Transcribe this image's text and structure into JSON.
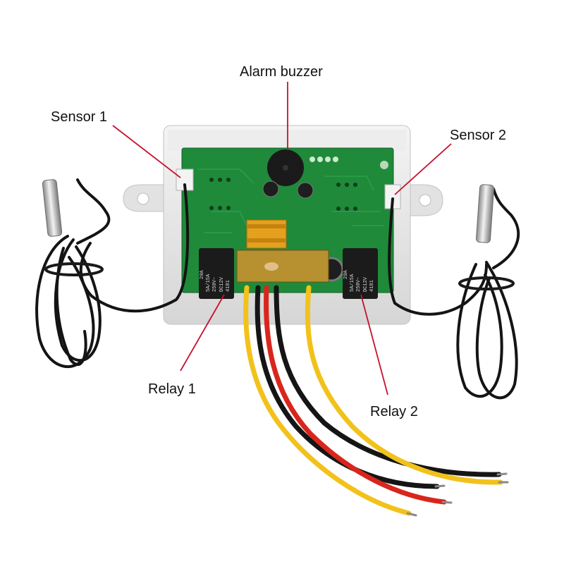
{
  "callouts": {
    "alarm_buzzer": "Alarm buzzer",
    "sensor_1": "Sensor 1",
    "sensor_2": "Sensor 2",
    "relay_1": "Relay 1",
    "relay_2": "Relay 2"
  },
  "relay_markings": {
    "left": [
      "20A",
      "5A/15A",
      "250V~",
      "DC12V",
      "4181"
    ],
    "right": [
      "20A",
      "5A/15A",
      "250V~",
      "DC12V",
      "4181"
    ]
  },
  "colors": {
    "leader_line": "#c8102e",
    "board": "#1f8a3a",
    "enclosure": "#e6e6e6",
    "wire_yellow": "#f2c21b",
    "wire_red": "#d9261c",
    "wire_black": "#151515"
  }
}
